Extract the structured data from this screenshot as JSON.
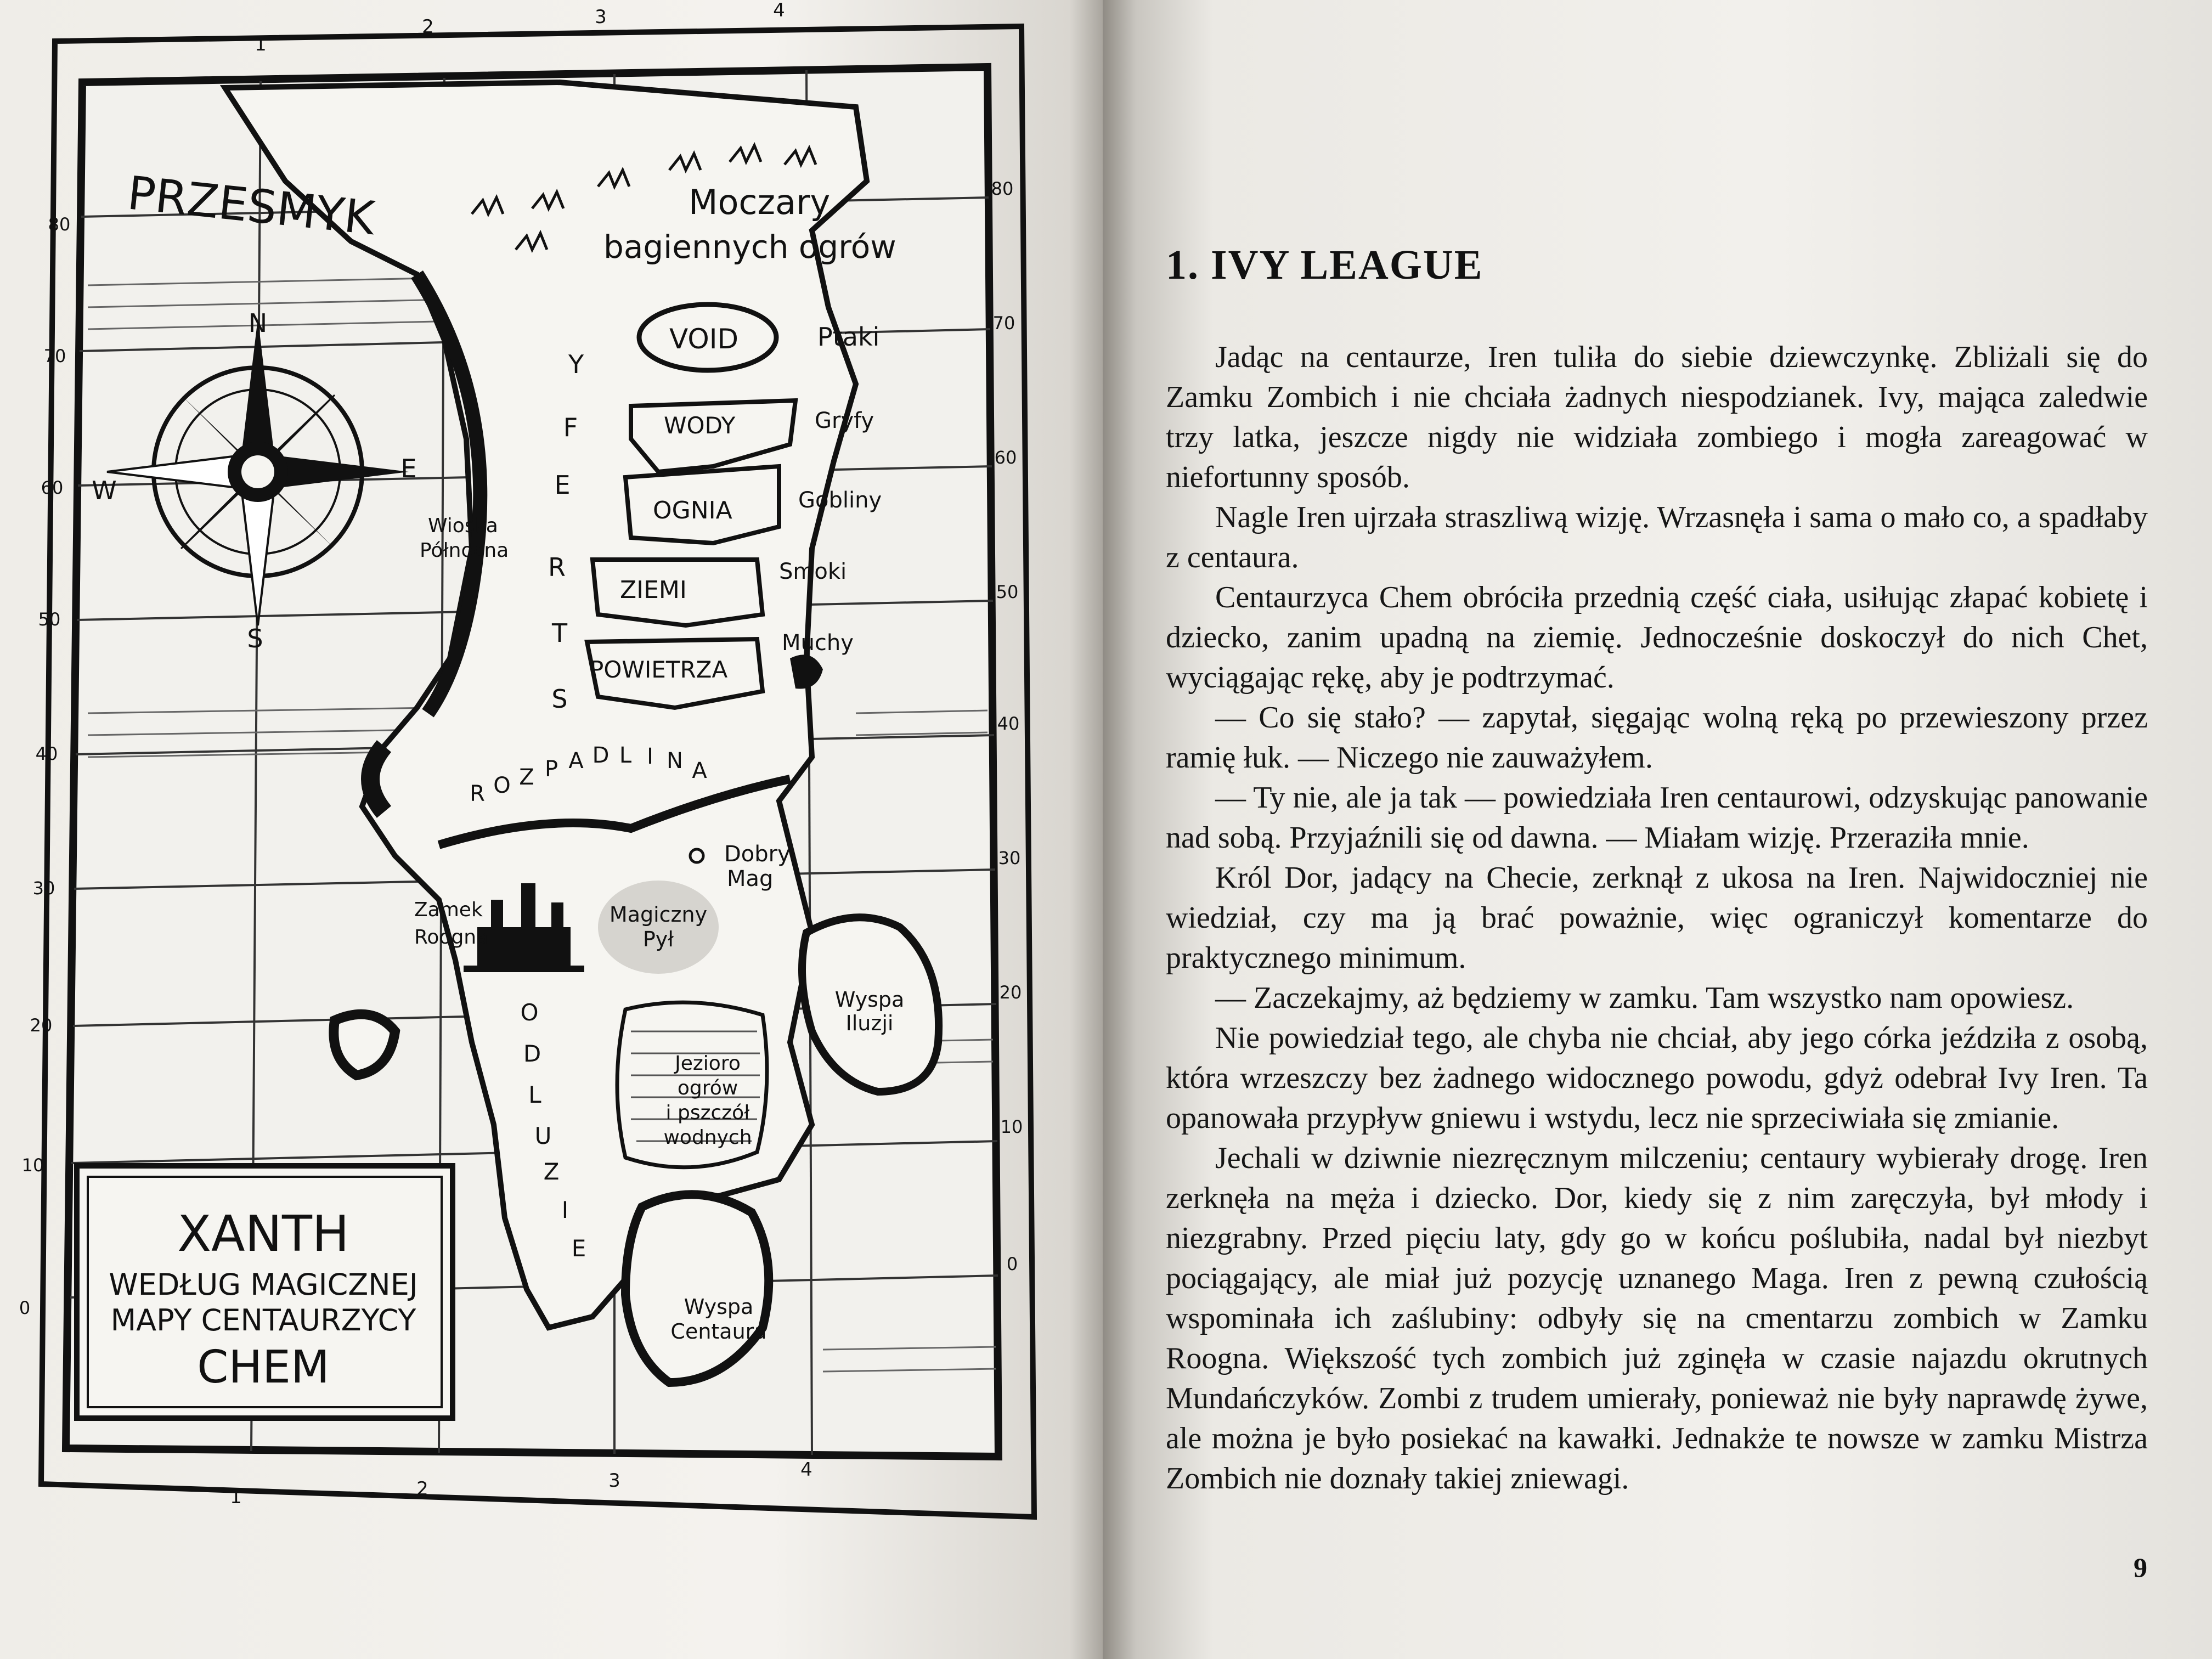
{
  "map": {
    "title_lines": [
      "XANTH",
      "WEDŁUG MAGICZNEJ",
      "MAPY CENTAURZYCY",
      "CHEM"
    ],
    "top_axis": [
      "1",
      "2",
      "3",
      "4"
    ],
    "bottom_axis": [
      "1",
      "2",
      "3",
      "4"
    ],
    "left_axis": [
      "80",
      "70",
      "60",
      "50",
      "40",
      "30",
      "20",
      "10",
      "0"
    ],
    "right_axis": [
      "80",
      "70",
      "60",
      "50",
      "40",
      "30",
      "20",
      "10",
      "0"
    ],
    "compass": {
      "n": "N",
      "s": "S",
      "e": "E",
      "w": "W"
    },
    "places": {
      "przesmyk": "PRZESMYK",
      "moczary_1": "Moczary",
      "moczary_2": "bagiennych ogrów",
      "void": "VOID",
      "ptaki": "Ptaki",
      "wody": "WODY",
      "gryfy": "Gryfy",
      "ognia": "OGNIA",
      "gobliny": "Gobliny",
      "ziemi": "ZIEMI",
      "smoki": "Smoki",
      "powietrza": "POWIETRZA",
      "muchy": "Muchy",
      "wioska_1": "Wioska",
      "wioska_2": "Północna",
      "strefy": [
        "S",
        "T",
        "R",
        "E",
        "F",
        "Y"
      ],
      "rozpadlina": [
        "R",
        "O",
        "Z",
        "P",
        "A",
        "D",
        "L",
        "I",
        "N",
        "A"
      ],
      "dobry_1": "Dobry",
      "dobry_2": "Mag",
      "zamek_1": "Zamek",
      "zamek_2": "Roogna",
      "pyl_1": "Magiczny",
      "pyl_2": "Pył",
      "wyspa_iluzji_1": "Wyspa",
      "wyspa_iluzji_2": "Iluzji",
      "odludzie": [
        "O",
        "D",
        "L",
        "U",
        "Z",
        "I",
        "E"
      ],
      "jezioro": [
        "Jezioro",
        "ogrów",
        "i pszczół",
        "wodnych"
      ],
      "wyspa_centaura_1": "Wyspa",
      "wyspa_centaura_2": "Centaura"
    }
  },
  "chapter": {
    "title": "1. IVY LEAGUE",
    "paragraphs": [
      "Jadąc na centaurze, Iren tuliła do siebie dziewczynkę. Zbliżali się do Zamku Zombich i nie chciała żadnych niespodzianek. Ivy, mająca zaledwie trzy latka, jeszcze nigdy nie widziała zombiego i mogła zareagować w niefortunny sposób.",
      "Nagle Iren ujrzała straszliwą wizję. Wrzasnęła i sama o mało co, a spadłaby z centaura.",
      "Centaurzyca Chem obróciła przednią część ciała, usiłując złapać kobietę i dziecko, zanim upadną na ziemię. Jednocześnie doskoczył do nich Chet, wyciągając rękę, aby je podtrzymać.",
      "— Co się stało? — zapytał, sięgając wolną ręką po przewieszony przez ramię łuk. — Niczego nie zauważyłem.",
      "— Ty nie, ale ja tak — powiedziała Iren centaurowi, odzyskując panowanie nad sobą. Przyjaźnili się od dawna. — Miałam wizję. Przeraziła mnie.",
      "Król Dor, jadący na Checie, zerknął z ukosa na Iren. Najwidoczniej nie wiedział, czy ma ją brać poważnie, więc ograniczył komentarze do praktycznego minimum.",
      "— Zaczekajmy, aż będziemy w zamku. Tam wszystko nam opowiesz.",
      "Nie powiedział tego, ale chyba nie chciał, aby jego córka jeździła z osobą, która wrzeszczy bez żadnego widocznego powodu, gdyż odebrał Ivy Iren. Ta opanowała przypływ gniewu i wstydu, lecz nie sprzeciwiała się zmianie.",
      "Jechali w dziwnie niezręcznym milczeniu; centaury wybierały drogę. Iren zerknęła na męża i dziecko. Dor, kiedy się z nim zaręczyła, był młody i niezgrabny. Przed pięciu laty, gdy go w końcu poślubiła, nadal był niezbyt pociągający, ale miał już pozycję uznanego Maga. Iren z pewną czułością wspominała ich zaślubiny: odbyły się na cmentarzu zombich w Zamku Roogna. Większość tych zombich już zginęła w czasie najazdu okrutnych Mundańczyków. Zombi z trudem umierały, ponieważ nie były naprawdę żywe, ale można je było posiekać na kawałki. Jednakże te nowsze w zamku Mistrza Zombich nie doznały takiej zniewagi."
    ],
    "page_number": "9"
  }
}
